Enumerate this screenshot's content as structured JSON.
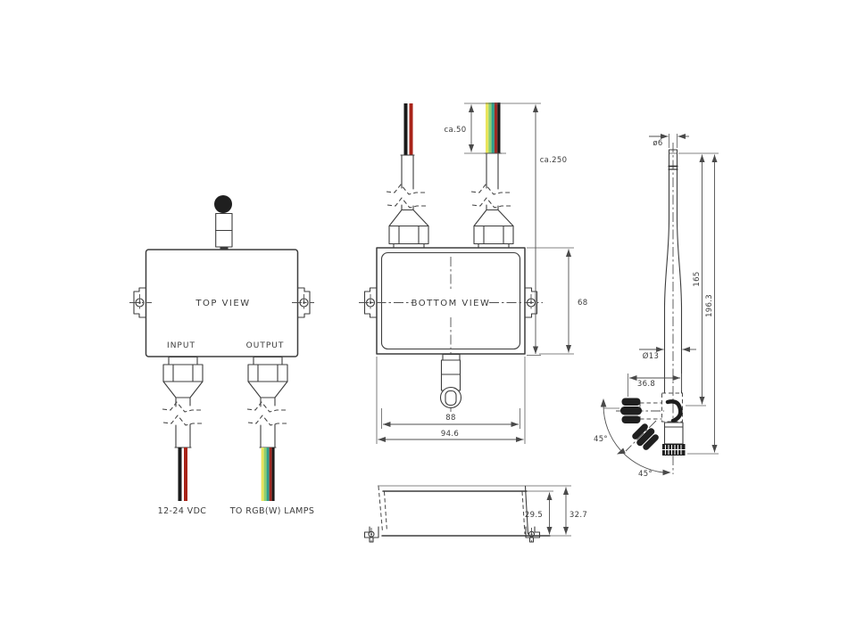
{
  "drawing": {
    "line_color": "#3d3d3d",
    "dim_color": "#4f4f4f",
    "views": {
      "top": {
        "label": "TOP VIEW",
        "input": "INPUT",
        "output": "OUTPUT",
        "power": "12-24 VDC",
        "lamps": "TO RGB(W) LAMPS"
      },
      "bottom": {
        "label": "BOTTOM VIEW",
        "dim_wire_strip": "ca.50",
        "dim_cable_length": "ca.250",
        "dim_height": "68",
        "dim_inner_width": "88",
        "dim_outer_width": "94.6"
      },
      "antenna": {
        "dim_tip_diameter": "ø6",
        "dim_base_diameter": "Ø13",
        "dim_fold_offset": "36.8",
        "dim_rod_length": "165",
        "dim_total_length": "196.3",
        "angle_upper": "45°",
        "angle_lower": "45°"
      },
      "side": {
        "dim_body_height": "29.5",
        "dim_total_height": "32.7"
      }
    },
    "wires": {
      "power": [
        "#1a1a1a",
        "#a82318"
      ],
      "rgbw": [
        "#e9e45c",
        "#8fce6f",
        "#2f9e8c",
        "#9e2b23",
        "#1a1a1a"
      ]
    }
  }
}
